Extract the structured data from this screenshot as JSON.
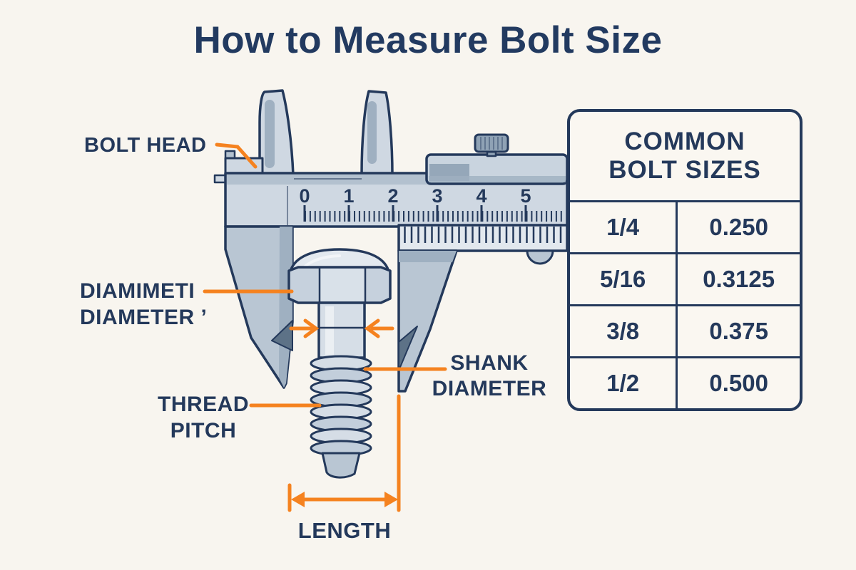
{
  "title": "How to Measure Bolt Size",
  "colors": {
    "background": "#f8f5ef",
    "navy": "#24395b",
    "orange": "#f5821f",
    "caliper_light": "#cfd8e2",
    "caliper_mid": "#b3c1cf",
    "caliper_dark": "#8fa2b5"
  },
  "labels": {
    "bolt_head": "BOLT HEAD",
    "diameter_line1": "DIAMIMETI",
    "diameter_line2": "DIAMETER ’",
    "thread_line1": "THREAD",
    "thread_line2": "PITCH",
    "shank_line1": "SHANK",
    "shank_line2": "DIAMETER",
    "length": "LENGTH"
  },
  "ruler": {
    "numbers": [
      "0",
      "1",
      "2",
      "3",
      "4",
      "5"
    ]
  },
  "table": {
    "title_line1": "COMMON",
    "title_line2": "BOLT SIZES",
    "rows": [
      {
        "fraction": "1/4",
        "decimal": "0.250"
      },
      {
        "fraction": "5/16",
        "decimal": "0.3125"
      },
      {
        "fraction": "3/8",
        "decimal": "0.375"
      },
      {
        "fraction": "1/2",
        "decimal": "0.500"
      }
    ]
  }
}
